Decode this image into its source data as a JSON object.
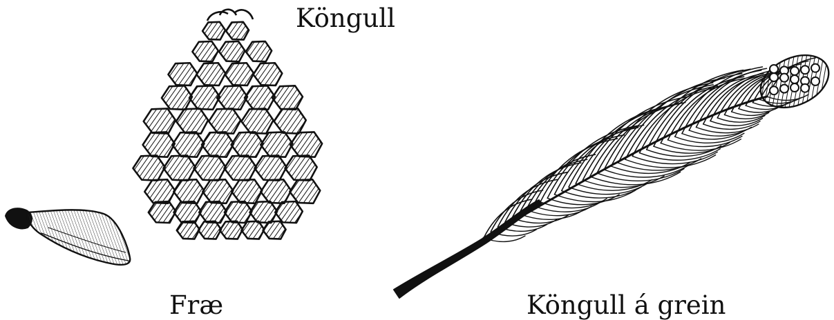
{
  "labels": {
    "cone": "Köngull",
    "seed": "Fræ",
    "branch": "Köngull á grein"
  },
  "illustrations": {
    "cone": "pine-cone-drawing",
    "seed": "winged-seed-drawing",
    "branch": "pine-branch-with-cone-drawing"
  },
  "colors": {
    "ink": "#111111",
    "background": "#ffffff"
  }
}
